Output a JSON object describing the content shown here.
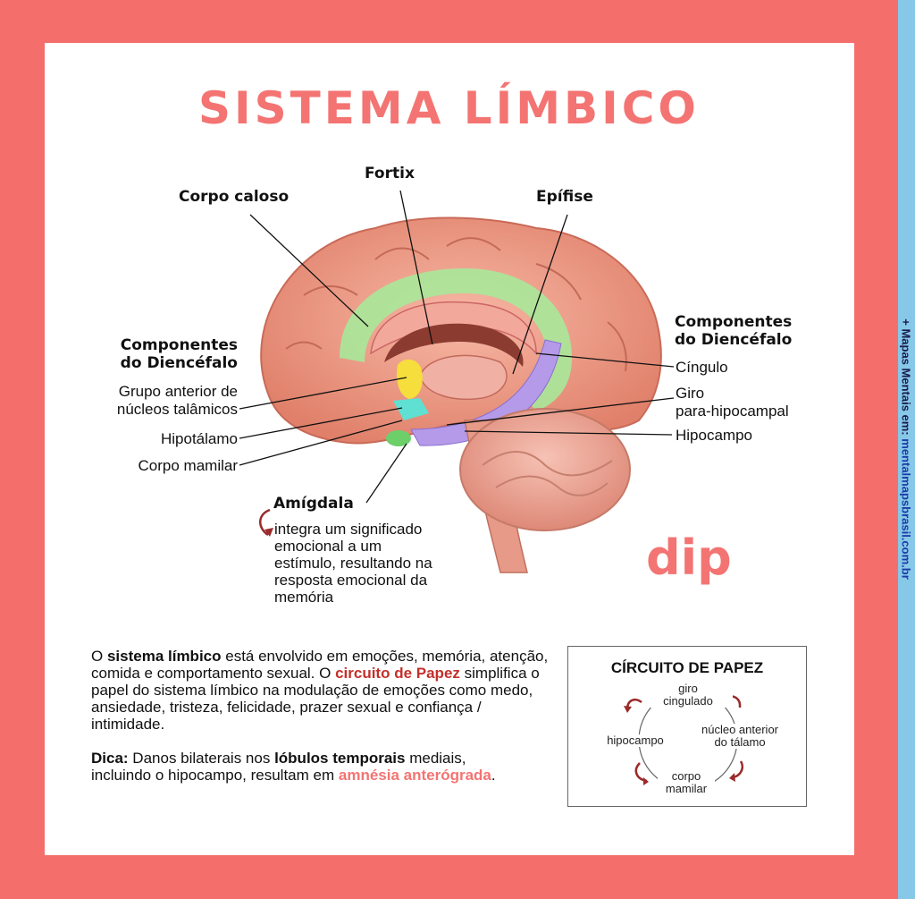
{
  "title": "SISTEMA LÍMBICO",
  "sidebar": {
    "prefix": "+ Mapas Mentais em: ",
    "url": "mentalmapsbrasil.com.br"
  },
  "labels": {
    "corpo_caloso": "Corpo caloso",
    "fortix": "Fortix",
    "epifise": "Epífise",
    "comp_left_1": "Componentes",
    "comp_left_2": "do Diencéfalo",
    "grupo_1": "Grupo anterior de",
    "grupo_2": "núcleos talâmicos",
    "hipotalamo": "Hipotálamo",
    "corpo_mamilar": "Corpo mamilar",
    "comp_right_1": "Componentes",
    "comp_right_2": "do Diencéfalo",
    "cingulo": "Cíngulo",
    "giro_1": "Giro",
    "giro_2": "para-hipocampal",
    "hipocampo": "Hipocampo",
    "amigdala": "Amígdala"
  },
  "amigdala_desc": [
    "integra um significado",
    "emocional a um",
    "estímulo, resultando na",
    "resposta emocional da",
    "memória"
  ],
  "brand": "dip",
  "paragraph1": {
    "p1": "O ",
    "b1": "sistema límbico",
    "p2": " está envolvido em emoções, memória, atenção, comida e comportamento sexual. O ",
    "r1": "circuito de Papez",
    "p3": " simplifica o papel do sistema límbico na modulação de emoções como medo, ansiedade, tristeza, felicidade, prazer sexual e confiança / intimidade."
  },
  "paragraph2": {
    "b1": "Dica:",
    "p1": " Danos bilaterais nos ",
    "b2": "lóbulos temporais",
    "p2": " mediais, incluindo o hipocampo, resultam em ",
    "pk": "amnésia anterógrada",
    "p3": "."
  },
  "papez": {
    "title": "CÍRCUITO DE PAPEZ",
    "giro_1": "giro",
    "giro_2": "cingulado",
    "nucleo_1": "núcleo anterior",
    "nucleo_2": "do tálamo",
    "corpo_1": "corpo",
    "corpo_2": "mamilar",
    "hipocampo": "hipocampo"
  },
  "colors": {
    "accent": "#f37472",
    "frame": "#f46f6c",
    "sidebar": "#87c8e8",
    "dark_red": "#c4302b"
  }
}
